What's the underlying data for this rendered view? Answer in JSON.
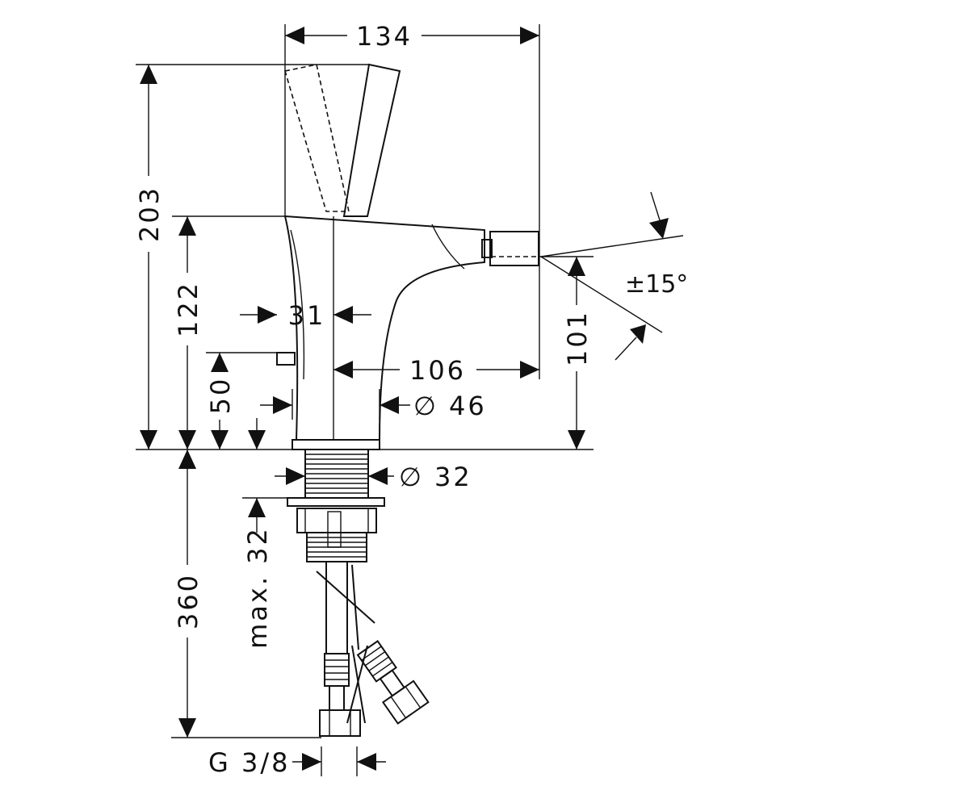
{
  "dimensions": {
    "width_top": "134",
    "height_total": "203",
    "height_body": "122",
    "spout_width": "31",
    "spout_reach": "106",
    "spout_height": "101",
    "popup_height": "50",
    "body_diameter": "∅ 46",
    "shank_diameter": "∅ 32",
    "hose_length": "360",
    "max_thickness": "max. 32",
    "connection": "G 3/8",
    "swivel": "±15°"
  }
}
